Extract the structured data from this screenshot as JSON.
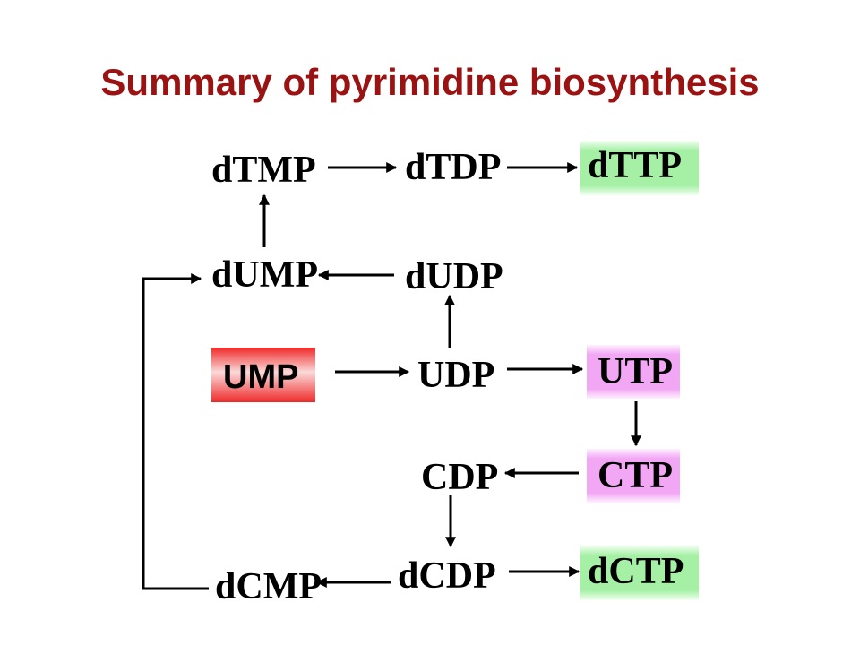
{
  "title": "Summary of pyrimidine biosynthesis",
  "colors": {
    "title": "#9b1212",
    "green_box": "#a6f0a6",
    "pink_box": "#f2a7f5",
    "red_box": "#ee2a2a"
  },
  "nodes": {
    "dTMP": "dTMP",
    "dTDP": "dTDP",
    "dTTP": "dTTP",
    "dUMP": "dUMP",
    "dUDP": "dUDP",
    "UMP": "UMP",
    "UDP": "UDP",
    "UTP": "UTP",
    "CTP": "CTP",
    "CDP": "CDP",
    "dCMP": "dCMP",
    "dCDP": "dCDP",
    "dCTP": "dCTP"
  }
}
